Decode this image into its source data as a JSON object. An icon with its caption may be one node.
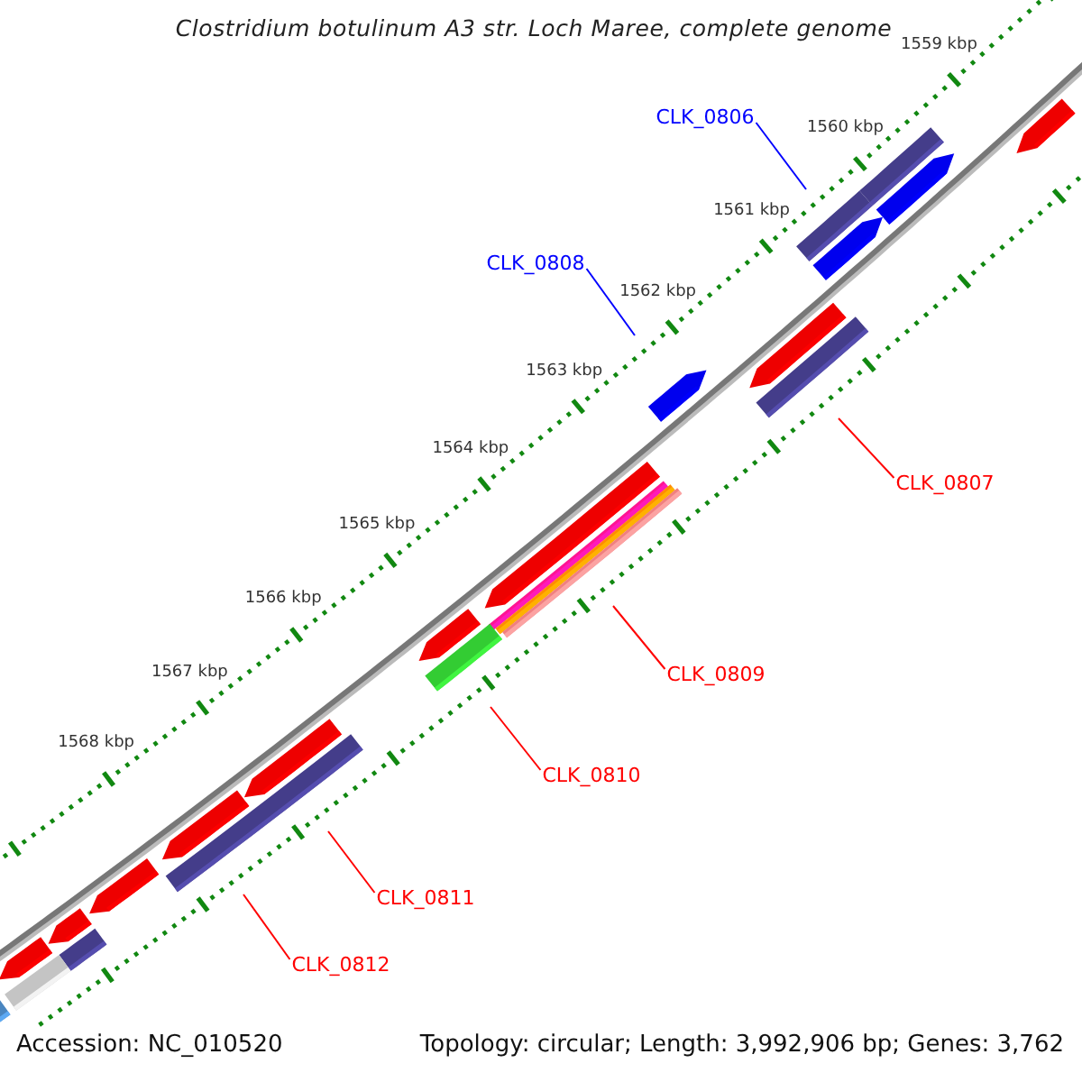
{
  "diagram": {
    "title": "Clostridium botulinum A3 str. Loch Maree, complete genome",
    "nodes": [
      {
        "text": [
          "CLK_0806"
        ]
      },
      {
        "text": [
          "CLK_0808"
        ]
      },
      {
        "text": [
          "CLK_0807"
        ]
      },
      {
        "text": [
          "CLK_0809"
        ]
      },
      {
        "text": [
          "CLK_0810"
        ]
      },
      {
        "text": [
          "CLK_0811"
        ]
      },
      {
        "text": [
          "CLK_0812"
        ]
      }
    ],
    "edges": [
      {
        "from": 0,
        "to": null,
        "arrow": "none",
        "color": "#0000ff"
      },
      {
        "from": 1,
        "to": null,
        "arrow": "none",
        "color": "#0000ff"
      },
      {
        "from": 2,
        "to": null,
        "arrow": "none"
      },
      {
        "from": 3,
        "to": null,
        "arrow": "none"
      },
      {
        "from": 4,
        "to": null,
        "arrow": "none"
      },
      {
        "from": 5,
        "to": null,
        "arrow": "none"
      },
      {
        "from": 6,
        "to": null,
        "arrow": "none"
      }
    ],
    "labels": [
      "1559 kbp",
      "1560 kbp",
      "1561 kbp",
      "1562 kbp",
      "1563 kbp",
      "1564 kbp",
      "1565 kbp",
      "1566 kbp",
      "1567 kbp",
      "1568 kbp",
      "Accession: NC_010520",
      "Topology: circular; Length: 3,992,906 bp; Genes: 3,762"
    ]
  }
}
